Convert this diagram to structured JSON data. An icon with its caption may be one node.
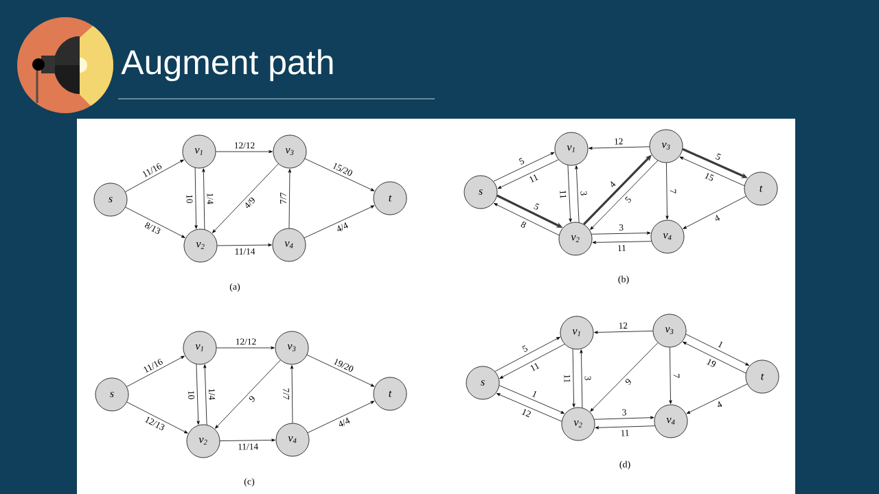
{
  "diagram": {
    "title": "Augment path",
    "nodes": [
      {
        "text": [
          "s"
        ]
      },
      {
        "text": [
          "v$_{1}$"
        ]
      },
      {
        "text": [
          "v$_{2}$"
        ]
      },
      {
        "text": [
          "v$_{3}$"
        ]
      },
      {
        "text": [
          "v$_{4}$"
        ]
      },
      {
        "text": [
          "t"
        ]
      },
      {
        "text": [
          "s"
        ]
      },
      {
        "text": [
          "v$_{1}$"
        ]
      },
      {
        "text": [
          "v$_{2}$"
        ]
      },
      {
        "text": [
          "v$_{3}$"
        ]
      },
      {
        "text": [
          "v$_{4}$"
        ]
      },
      {
        "text": [
          "t"
        ]
      },
      {
        "text": [
          "s"
        ]
      },
      {
        "text": [
          "v$_{1}$"
        ]
      },
      {
        "text": [
          "v$_{2}$"
        ]
      },
      {
        "text": [
          "v$_{3}$"
        ]
      },
      {
        "text": [
          "v$_{4}$"
        ]
      },
      {
        "text": [
          "t"
        ]
      },
      {
        "text": [
          "s"
        ]
      },
      {
        "text": [
          "v$_{1}$"
        ]
      },
      {
        "text": [
          "v$_{2}$"
        ]
      },
      {
        "text": [
          "v$_{3}$"
        ]
      },
      {
        "text": [
          "v$_{4}$"
        ]
      },
      {
        "text": [
          "t"
        ]
      }
    ],
    "edges": [
      {
        "from": 0,
        "to": 1,
        "arrow": "to",
        "label": "11/16"
      },
      {
        "from": 0,
        "to": 2,
        "arrow": "to",
        "label": "8/13"
      },
      {
        "from": 1,
        "to": 3,
        "arrow": "to",
        "label": "12/12"
      },
      {
        "from": 1,
        "to": 2,
        "arrow": "to",
        "label": "10"
      },
      {
        "from": 2,
        "to": 1,
        "arrow": "to",
        "label": "1/4"
      },
      {
        "from": 3,
        "to": 2,
        "arrow": "to",
        "label": "4/9"
      },
      {
        "from": 4,
        "to": 3,
        "arrow": "to",
        "label": "7/7"
      },
      {
        "from": 2,
        "to": 4,
        "arrow": "to",
        "label": "11/14"
      },
      {
        "from": 3,
        "to": 5,
        "arrow": "to",
        "label": "15/20"
      },
      {
        "from": 4,
        "to": 5,
        "arrow": "to",
        "label": "4/4"
      },
      {
        "from": 6,
        "to": 7,
        "arrow": "to",
        "label": "5"
      },
      {
        "from": 7,
        "to": 6,
        "arrow": "to",
        "label": "11"
      },
      {
        "from": 6,
        "to": 8,
        "arrow": "to",
        "label": "5",
        "style": "thick"
      },
      {
        "from": 8,
        "to": 6,
        "arrow": "to",
        "label": "8"
      },
      {
        "from": 7,
        "to": 8,
        "arrow": "to",
        "label": "11"
      },
      {
        "from": 8,
        "to": 7,
        "arrow": "to",
        "label": "3"
      },
      {
        "from": 9,
        "to": 7,
        "arrow": "to",
        "label": "12"
      },
      {
        "from": 8,
        "to": 9,
        "arrow": "to",
        "label": "4",
        "style": "thick"
      },
      {
        "from": 9,
        "to": 8,
        "arrow": "to",
        "label": "5"
      },
      {
        "from": 9,
        "to": 10,
        "arrow": "to",
        "label": "7"
      },
      {
        "from": 9,
        "to": 11,
        "arrow": "to",
        "label": "5",
        "style": "thick"
      },
      {
        "from": 11,
        "to": 9,
        "arrow": "to",
        "label": "15"
      },
      {
        "from": 11,
        "to": 10,
        "arrow": "to",
        "label": "4"
      },
      {
        "from": 8,
        "to": 10,
        "arrow": "to",
        "label": "3"
      },
      {
        "from": 10,
        "to": 8,
        "arrow": "to",
        "label": "11"
      },
      {
        "from": 12,
        "to": 13,
        "arrow": "to",
        "label": "11/16"
      },
      {
        "from": 12,
        "to": 14,
        "arrow": "to",
        "label": "12/13"
      },
      {
        "from": 13,
        "to": 15,
        "arrow": "to",
        "label": "12/12"
      },
      {
        "from": 13,
        "to": 14,
        "arrow": "to",
        "label": "10"
      },
      {
        "from": 14,
        "to": 13,
        "arrow": "to",
        "label": "1/4"
      },
      {
        "from": 15,
        "to": 14,
        "arrow": "to",
        "label": "9"
      },
      {
        "from": 16,
        "to": 15,
        "arrow": "to",
        "label": "7/7"
      },
      {
        "from": 14,
        "to": 16,
        "arrow": "to",
        "label": "11/14"
      },
      {
        "from": 15,
        "to": 17,
        "arrow": "to",
        "label": "19/20"
      },
      {
        "from": 16,
        "to": 17,
        "arrow": "to",
        "label": "4/4"
      },
      {
        "from": 18,
        "to": 19,
        "arrow": "to",
        "label": "5"
      },
      {
        "from": 19,
        "to": 18,
        "arrow": "to",
        "label": "11"
      },
      {
        "from": 18,
        "to": 20,
        "arrow": "to",
        "label": "1"
      },
      {
        "from": 20,
        "to": 18,
        "arrow": "to",
        "label": "12"
      },
      {
        "from": 19,
        "to": 20,
        "arrow": "to",
        "label": "11"
      },
      {
        "from": 20,
        "to": 19,
        "arrow": "to",
        "label": "3"
      },
      {
        "from": 21,
        "to": 19,
        "arrow": "to",
        "label": "12"
      },
      {
        "from": 21,
        "to": 20,
        "arrow": "to",
        "label": "9"
      },
      {
        "from": 21,
        "to": 22,
        "arrow": "to",
        "label": "7"
      },
      {
        "from": 21,
        "to": 23,
        "arrow": "to",
        "label": "1"
      },
      {
        "from": 23,
        "to": 21,
        "arrow": "to",
        "label": "19"
      },
      {
        "from": 23,
        "to": 22,
        "arrow": "to",
        "label": "4"
      },
      {
        "from": 20,
        "to": 22,
        "arrow": "to",
        "label": "3"
      },
      {
        "from": 22,
        "to": 20,
        "arrow": "to",
        "label": "11"
      }
    ],
    "labels": [
      "(a)",
      "(b)",
      "(c)",
      "(d)"
    ]
  }
}
